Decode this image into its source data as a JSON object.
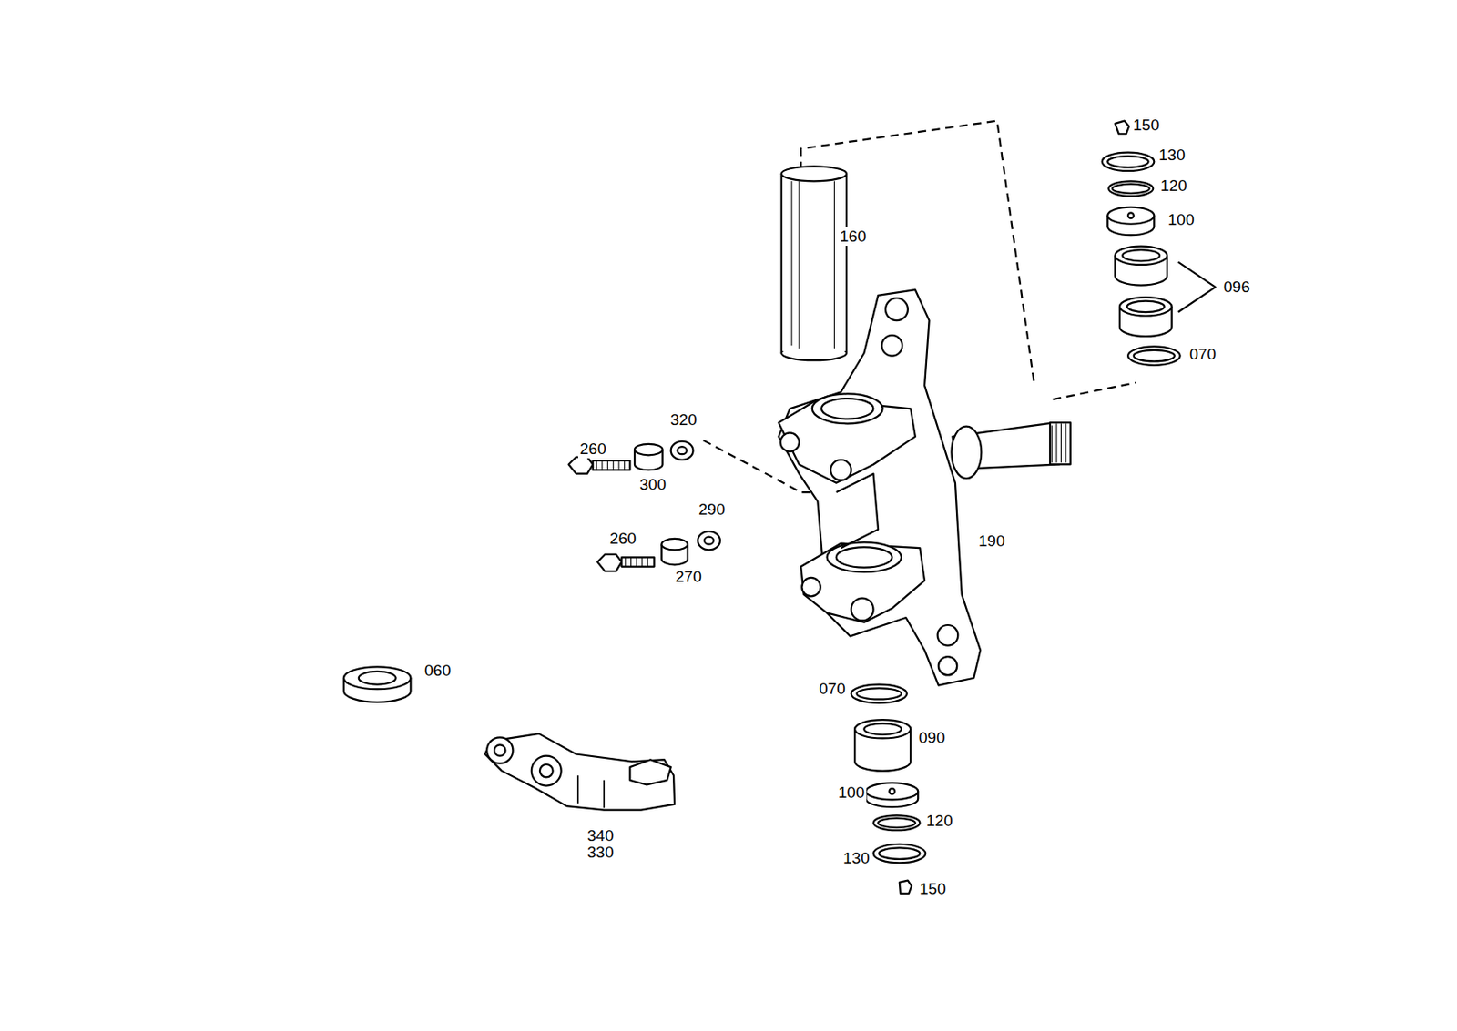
{
  "diagram": {
    "labels": [
      "150",
      "130",
      "120",
      "100",
      "160",
      "096",
      "070",
      "320",
      "260",
      "300",
      "290",
      "260",
      "270",
      "190",
      "060",
      "070",
      "090",
      "100",
      "120",
      "340",
      "330",
      "130",
      "150"
    ]
  }
}
